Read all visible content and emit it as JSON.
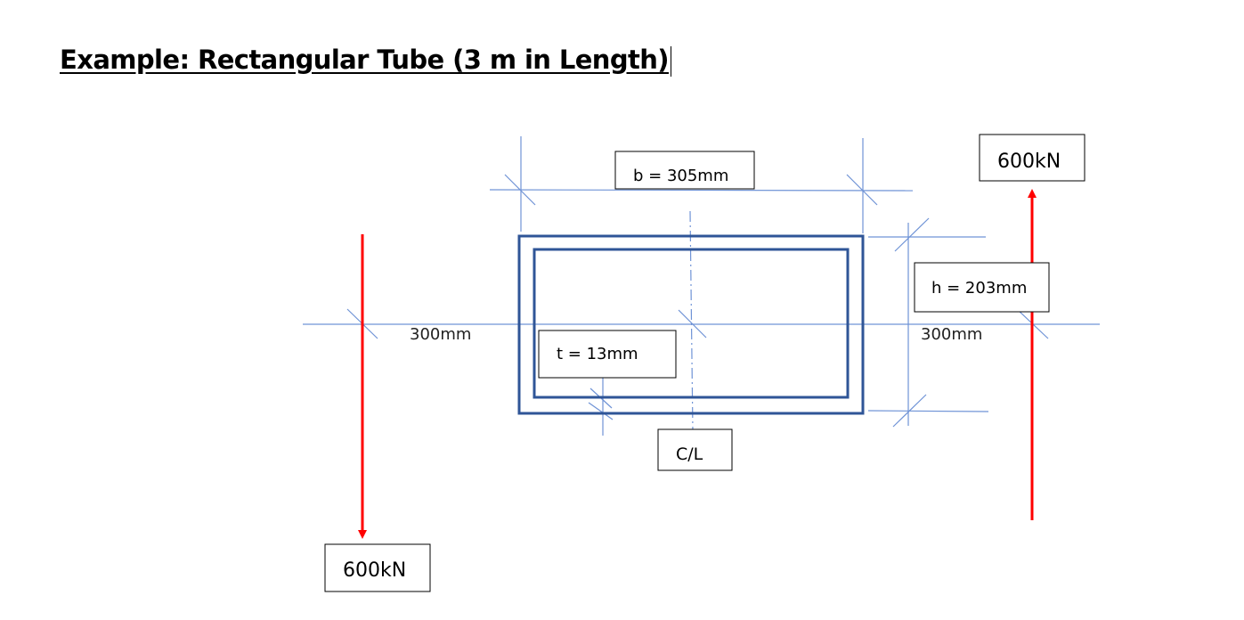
{
  "title": "Example: Rectangular Tube (3 m in Length)",
  "labels": {
    "width": "b = 305mm",
    "height": "h = 203mm",
    "thickness": "t = 13mm",
    "centerline": "C/L",
    "left_distance": "300mm",
    "right_distance": "300mm",
    "left_force": "600kN",
    "right_force": "600kN"
  },
  "colors": {
    "section": "#2F5597",
    "dimension": "#6F93D6",
    "force": "#FF0000"
  }
}
